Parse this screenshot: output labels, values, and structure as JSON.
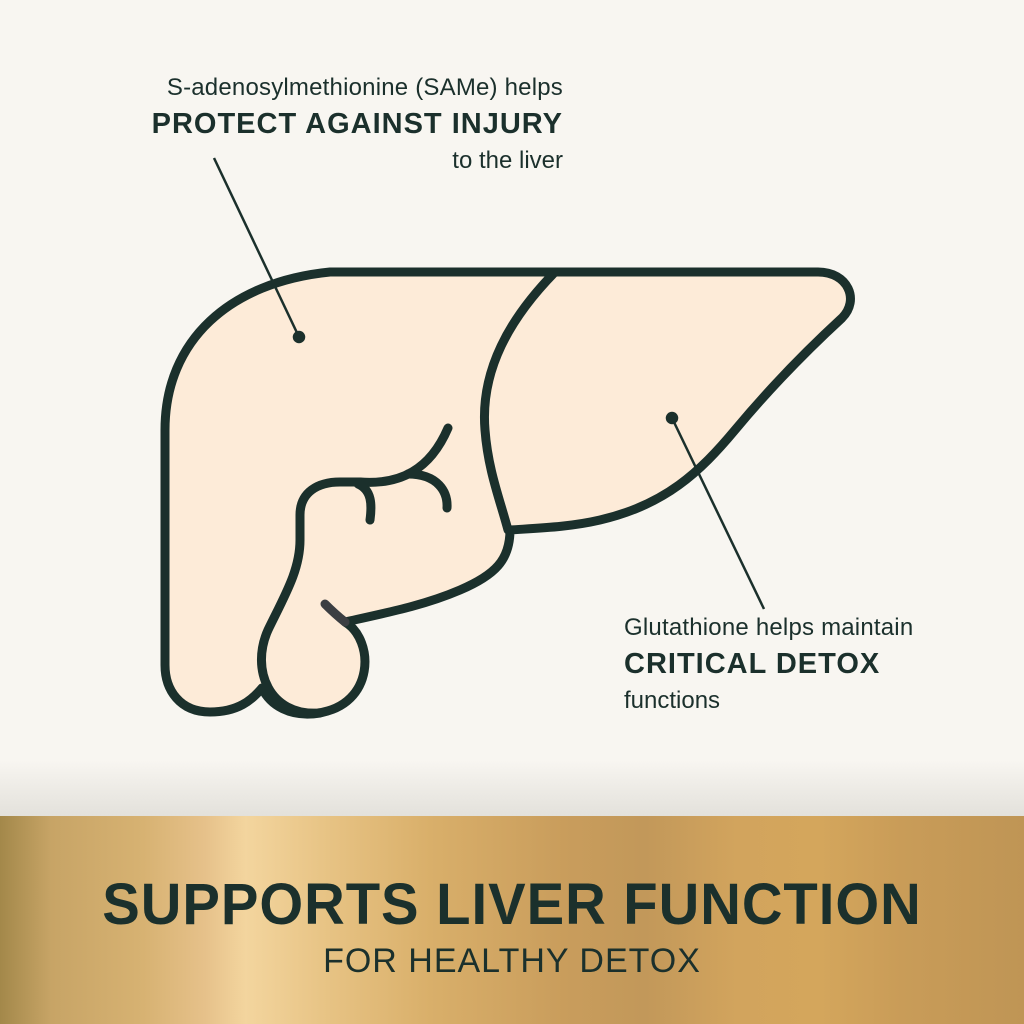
{
  "colors": {
    "background": "#f8f6f1",
    "liver_fill": "#fdebd8",
    "outline": "#1b302c",
    "text": "#1b302c",
    "banner_gold_light": "#f3d59e",
    "banner_gold_dark": "#c2985a"
  },
  "callouts": [
    {
      "lead": "S-adenosylmethionine (SAMe) helps",
      "emphasis": "PROTECT AGAINST INJURY",
      "tail": "to the liver"
    },
    {
      "lead": "Glutathione helps maintain",
      "emphasis": "CRITICAL DETOX",
      "tail": "functions"
    }
  ],
  "illustration": {
    "subject": "liver-icon"
  },
  "banner": {
    "headline": "SUPPORTS LIVER FUNCTION",
    "subheadline": "FOR HEALTHY DETOX"
  }
}
